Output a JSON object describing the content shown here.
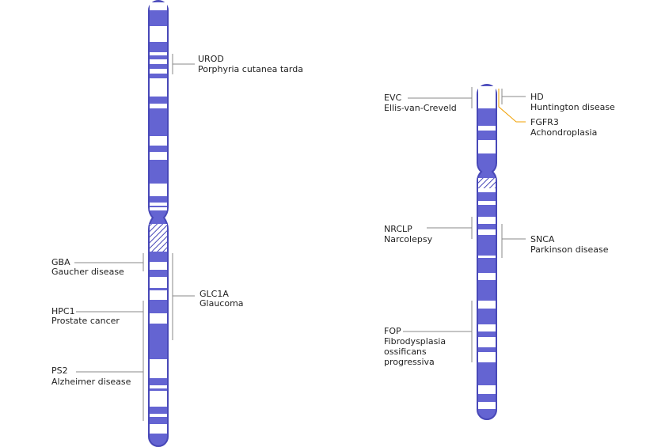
{
  "colors": {
    "band": "#6464d2",
    "outline": "#4848b8",
    "interband": "#ffffff",
    "leader": "#888888",
    "highlight_leader": "#f0a000",
    "label_text": "#222222"
  },
  "chromosomes": [
    {
      "id": "chromosome-1",
      "annotations": [
        {
          "gene": "UROD",
          "disease": "Porphyria cutanea tarda"
        },
        {
          "gene": "GBA",
          "disease": "Gaucher disease"
        },
        {
          "gene": "GLC1A",
          "disease": "Glaucoma"
        },
        {
          "gene": "HPC1",
          "disease": "Prostate cancer"
        },
        {
          "gene": "PS2",
          "disease": "Alzheimer disease"
        }
      ]
    },
    {
      "id": "chromosome-4",
      "annotations": [
        {
          "gene": "EVC",
          "disease": "Ellis-van-Creveld"
        },
        {
          "gene": "HD",
          "disease": "Huntington disease"
        },
        {
          "gene": "FGFR3",
          "disease": "Achondroplasia"
        },
        {
          "gene": "NRCLP",
          "disease": "Narcolepsy"
        },
        {
          "gene": "SNCA",
          "disease": "Parkinson disease"
        },
        {
          "gene": "FOP",
          "disease": "Fibrodysplasia",
          "disease_line2": "ossificans",
          "disease_line3": "progressiva"
        }
      ]
    }
  ]
}
